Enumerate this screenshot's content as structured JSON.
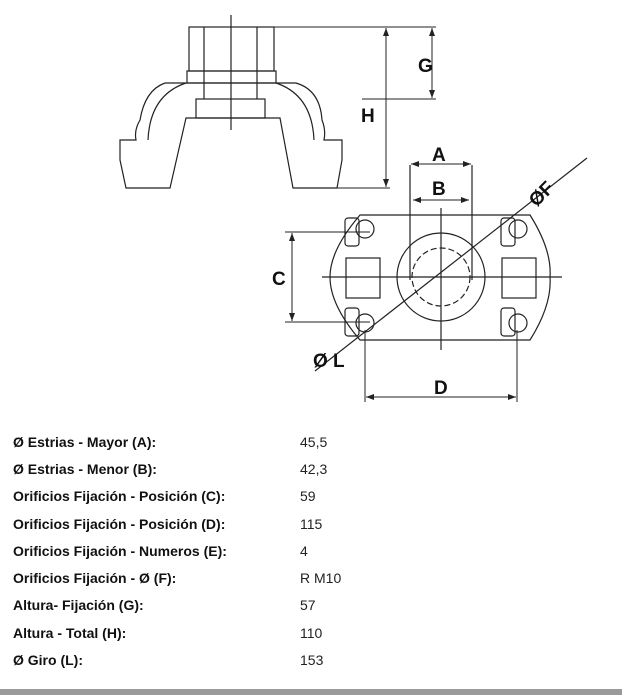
{
  "drawing": {
    "labels": {
      "A": "A",
      "B": "B",
      "C": "C",
      "D": "D",
      "F": "ØF",
      "G": "G",
      "H": "H",
      "L": "Ø L"
    }
  },
  "specs": [
    {
      "label": "Ø Estrias - Mayor (A):",
      "value": "45,5"
    },
    {
      "label": "Ø Estrias - Menor (B):",
      "value": "42,3"
    },
    {
      "label": "Orificios Fijación - Posición (C):",
      "value": "59"
    },
    {
      "label": "Orificios Fijación - Posición (D):",
      "value": "115"
    },
    {
      "label": "Orificios Fijación - Numeros (E):",
      "value": "4"
    },
    {
      "label": "Orificios Fijación - Ø (F):",
      "value": "R M10"
    },
    {
      "label": "Altura- Fijación (G):",
      "value": "57"
    },
    {
      "label": "Altura - Total (H):",
      "value": "110"
    },
    {
      "label": "Ø Giro (L):",
      "value": "153"
    }
  ]
}
